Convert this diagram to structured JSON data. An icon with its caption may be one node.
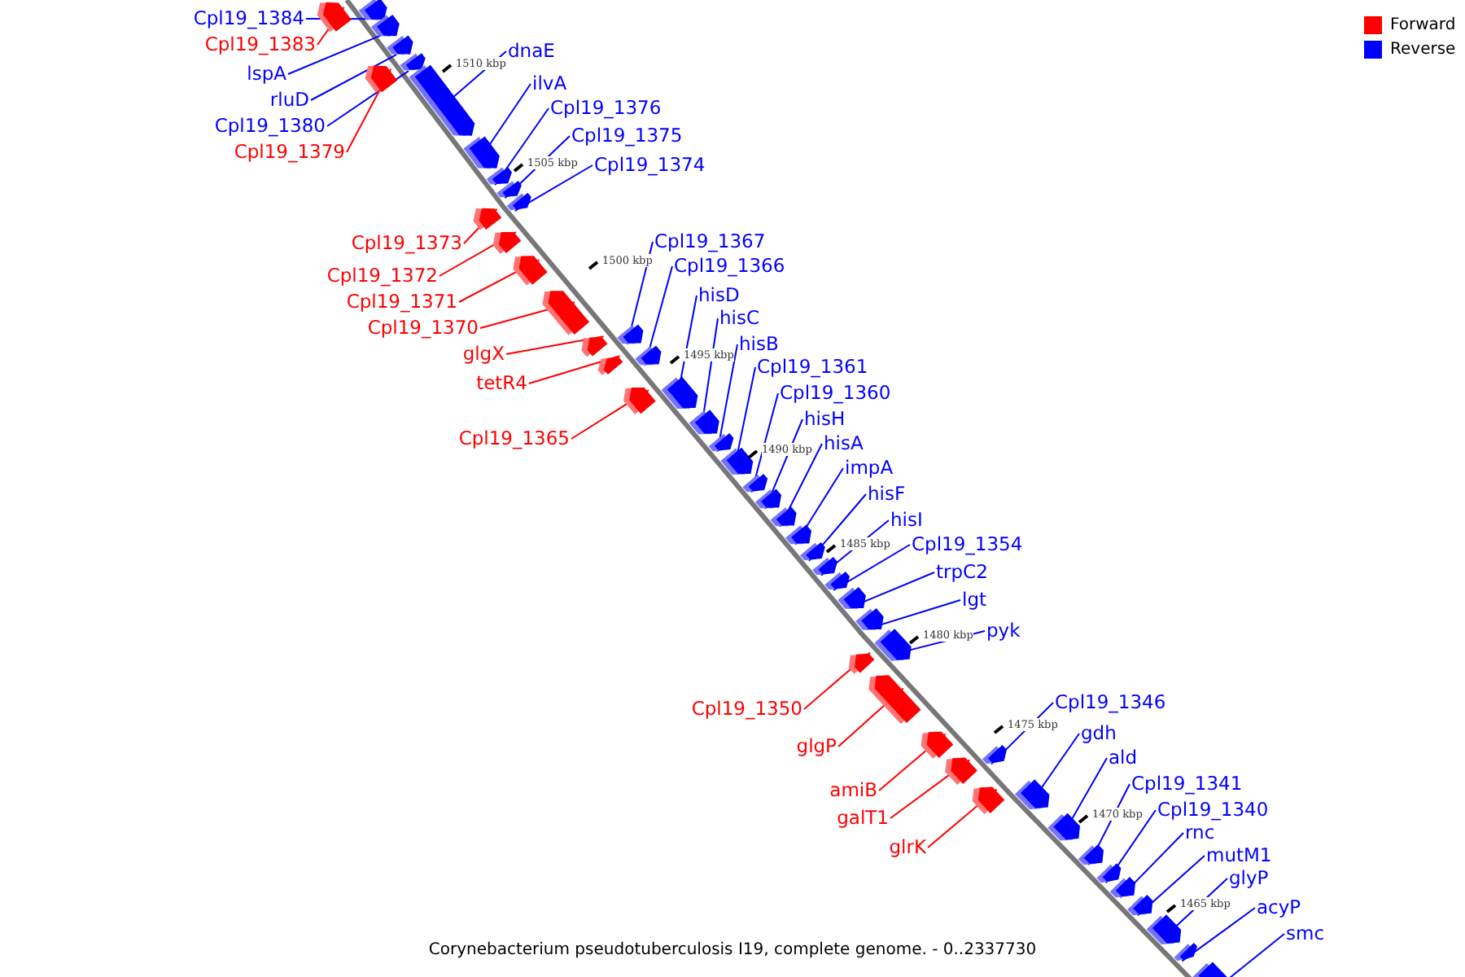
{
  "diagram": {
    "caption": "Corynebacterium pseudotuberculosis I19, complete genome. - 0..2337730",
    "nodes": [
      {
        "text": [
          "Cpl19_1384"
        ]
      },
      {
        "text": [],
        "shape": "arrow"
      },
      {
        "text": [
          "Cpl19_1383"
        ]
      },
      {
        "text": [],
        "shape": "arrow"
      },
      {
        "text": [
          "lspA"
        ]
      },
      {
        "text": [],
        "shape": "arrow"
      },
      {
        "text": [
          "rluD"
        ]
      },
      {
        "text": [],
        "shape": "arrow"
      },
      {
        "text": [
          "Cpl19_1380"
        ]
      },
      {
        "text": [],
        "shape": "arrow"
      },
      {
        "text": [
          "Cpl19_1379"
        ]
      },
      {
        "text": [],
        "shape": "arrow"
      },
      {
        "text": [
          "dnaE"
        ]
      },
      {
        "text": [],
        "shape": "arrow"
      },
      {
        "text": [
          "ilvA"
        ]
      },
      {
        "text": [],
        "shape": "arrow"
      },
      {
        "text": [
          "Cpl19_1376"
        ]
      },
      {
        "text": [],
        "shape": "arrow"
      },
      {
        "text": [
          "Cpl19_1375"
        ]
      },
      {
        "text": [],
        "shape": "arrow"
      },
      {
        "text": [
          "Cpl19_1374"
        ]
      },
      {
        "text": [],
        "shape": "arrow"
      },
      {
        "text": [
          "Cpl19_1373"
        ]
      },
      {
        "text": [],
        "shape": "arrow"
      },
      {
        "text": [
          "Cpl19_1372"
        ]
      },
      {
        "text": [],
        "shape": "arrow"
      },
      {
        "text": [
          "Cpl19_1371"
        ]
      },
      {
        "text": [],
        "shape": "arrow"
      },
      {
        "text": [
          "Cpl19_1370"
        ]
      },
      {
        "text": [],
        "shape": "arrow"
      },
      {
        "text": [
          "glgX"
        ]
      },
      {
        "text": [],
        "shape": "arrow"
      },
      {
        "text": [
          "tetR4"
        ]
      },
      {
        "text": [],
        "shape": "arrow"
      },
      {
        "text": [
          "Cpl19_1365"
        ]
      },
      {
        "text": [],
        "shape": "arrow"
      },
      {
        "text": [
          "Cpl19_1367"
        ]
      },
      {
        "text": [],
        "shape": "arrow"
      },
      {
        "text": [
          "Cpl19_1366"
        ]
      },
      {
        "text": [],
        "shape": "arrow"
      },
      {
        "text": [
          "hisD"
        ]
      },
      {
        "text": [],
        "shape": "arrow"
      },
      {
        "text": [
          "hisC"
        ]
      },
      {
        "text": [],
        "shape": "arrow"
      },
      {
        "text": [
          "hisB"
        ]
      },
      {
        "text": [],
        "shape": "arrow"
      },
      {
        "text": [
          "Cpl19_1361"
        ]
      },
      {
        "text": [],
        "shape": "arrow"
      },
      {
        "text": [
          "Cpl19_1360"
        ]
      },
      {
        "text": [],
        "shape": "arrow"
      },
      {
        "text": [
          "hisH"
        ]
      },
      {
        "text": [],
        "shape": "arrow"
      },
      {
        "text": [
          "hisA"
        ]
      },
      {
        "text": [],
        "shape": "arrow"
      },
      {
        "text": [
          "impA"
        ]
      },
      {
        "text": [],
        "shape": "arrow"
      },
      {
        "text": [
          "hisF"
        ]
      },
      {
        "text": [],
        "shape": "arrow"
      },
      {
        "text": [
          "hisI"
        ]
      },
      {
        "text": [],
        "shape": "arrow"
      },
      {
        "text": [
          "Cpl19_1354"
        ]
      },
      {
        "text": [],
        "shape": "arrow"
      },
      {
        "text": [
          "trpC2"
        ]
      },
      {
        "text": [],
        "shape": "arrow"
      },
      {
        "text": [
          "lgt"
        ]
      },
      {
        "text": [],
        "shape": "arrow"
      },
      {
        "text": [
          "pyk"
        ]
      },
      {
        "text": [],
        "shape": "arrow"
      },
      {
        "text": [
          "Cpl19_1350"
        ]
      },
      {
        "text": [],
        "shape": "arrow"
      },
      {
        "text": [
          "glgP"
        ]
      },
      {
        "text": [],
        "shape": "arrow"
      },
      {
        "text": [
          "amiB"
        ]
      },
      {
        "text": [],
        "shape": "arrow"
      },
      {
        "text": [
          "galT1"
        ]
      },
      {
        "text": [],
        "shape": "arrow"
      },
      {
        "text": [
          "glrK"
        ]
      },
      {
        "text": [],
        "shape": "arrow"
      },
      {
        "text": [
          "Cpl19_1346"
        ]
      },
      {
        "text": [],
        "shape": "arrow"
      },
      {
        "text": [
          "gdh"
        ]
      },
      {
        "text": [],
        "shape": "arrow"
      },
      {
        "text": [
          "ald"
        ]
      },
      {
        "text": [],
        "shape": "arrow"
      },
      {
        "text": [
          "Cpl19_1341"
        ]
      },
      {
        "text": [],
        "shape": "arrow"
      },
      {
        "text": [
          "Cpl19_1340"
        ]
      },
      {
        "text": [],
        "shape": "arrow"
      },
      {
        "text": [
          "rnc"
        ]
      },
      {
        "text": [],
        "shape": "arrow"
      },
      {
        "text": [
          "mutM1"
        ]
      },
      {
        "text": [],
        "shape": "arrow"
      },
      {
        "text": [
          "glyP"
        ]
      },
      {
        "text": [],
        "shape": "arrow"
      },
      {
        "text": [
          "acyP"
        ]
      },
      {
        "text": [],
        "shape": "arrow"
      },
      {
        "text": [
          "smc"
        ]
      },
      {
        "text": [],
        "shape": "arrow"
      }
    ],
    "edges": [
      {
        "from": 0,
        "to": 1,
        "arrow": "none"
      },
      {
        "from": 2,
        "to": 3,
        "arrow": "none",
        "color": "#ff0000"
      },
      {
        "from": 4,
        "to": 5,
        "arrow": "none"
      },
      {
        "from": 6,
        "to": 7,
        "arrow": "none"
      },
      {
        "from": 8,
        "to": 9,
        "arrow": "none"
      },
      {
        "from": 10,
        "to": 11,
        "arrow": "none",
        "color": "#ff0000"
      },
      {
        "from": 12,
        "to": 13,
        "arrow": "none"
      },
      {
        "from": 14,
        "to": 15,
        "arrow": "none"
      },
      {
        "from": 16,
        "to": 17,
        "arrow": "none"
      },
      {
        "from": 18,
        "to": 19,
        "arrow": "none"
      },
      {
        "from": 20,
        "to": 21,
        "arrow": "none"
      },
      {
        "from": 22,
        "to": 23,
        "arrow": "none",
        "color": "#ff0000"
      },
      {
        "from": 24,
        "to": 25,
        "arrow": "none",
        "color": "#ff0000"
      },
      {
        "from": 26,
        "to": 27,
        "arrow": "none",
        "color": "#ff0000"
      },
      {
        "from": 28,
        "to": 29,
        "arrow": "none",
        "color": "#ff0000"
      },
      {
        "from": 30,
        "to": 31,
        "arrow": "none",
        "color": "#ff0000"
      },
      {
        "from": 32,
        "to": 33,
        "arrow": "none",
        "color": "#ff0000"
      },
      {
        "from": 34,
        "to": 35,
        "arrow": "none",
        "color": "#ff0000"
      },
      {
        "from": 36,
        "to": 37,
        "arrow": "none"
      },
      {
        "from": 38,
        "to": 39,
        "arrow": "none"
      },
      {
        "from": 40,
        "to": 41,
        "arrow": "none"
      },
      {
        "from": 42,
        "to": 43,
        "arrow": "none"
      },
      {
        "from": 44,
        "to": 45,
        "arrow": "none"
      },
      {
        "from": 46,
        "to": 47,
        "arrow": "none"
      },
      {
        "from": 48,
        "to": 49,
        "arrow": "none"
      },
      {
        "from": 50,
        "to": 51,
        "arrow": "none"
      },
      {
        "from": 52,
        "to": 53,
        "arrow": "none"
      },
      {
        "from": 54,
        "to": 55,
        "arrow": "none"
      },
      {
        "from": 56,
        "to": 57,
        "arrow": "none"
      },
      {
        "from": 58,
        "to": 59,
        "arrow": "none"
      },
      {
        "from": 60,
        "to": 61,
        "arrow": "none"
      },
      {
        "from": 62,
        "to": 63,
        "arrow": "none"
      },
      {
        "from": 64,
        "to": 65,
        "arrow": "none"
      },
      {
        "from": 66,
        "to": 67,
        "arrow": "none"
      },
      {
        "from": 68,
        "to": 69,
        "arrow": "none",
        "color": "#ff0000"
      },
      {
        "from": 70,
        "to": 71,
        "arrow": "none",
        "color": "#ff0000"
      },
      {
        "from": 72,
        "to": 73,
        "arrow": "none",
        "color": "#ff0000"
      },
      {
        "from": 74,
        "to": 75,
        "arrow": "none",
        "color": "#ff0000"
      },
      {
        "from": 76,
        "to": 77,
        "arrow": "none",
        "color": "#ff0000"
      },
      {
        "from": 78,
        "to": 79,
        "arrow": "none"
      },
      {
        "from": 80,
        "to": 81,
        "arrow": "none"
      },
      {
        "from": 82,
        "to": 83,
        "arrow": "none"
      },
      {
        "from": 84,
        "to": 85,
        "arrow": "none"
      },
      {
        "from": 86,
        "to": 87,
        "arrow": "none"
      },
      {
        "from": 88,
        "to": 89,
        "arrow": "none"
      },
      {
        "from": 90,
        "to": 91,
        "arrow": "none"
      },
      {
        "from": 92,
        "to": 93,
        "arrow": "none"
      },
      {
        "from": 94,
        "to": 95,
        "arrow": "none"
      },
      {
        "from": 96,
        "to": 97,
        "arrow": "none"
      }
    ],
    "labels": [
      "1510 kbp",
      "1505 kbp",
      "1500 kbp",
      "1495 kbp",
      "1490 kbp",
      "1485 kbp",
      "1480 kbp",
      "1475 kbp",
      "1470 kbp",
      "1465 kbp"
    ],
    "legend": [
      {
        "text": "Forward",
        "color": "#ff0000"
      },
      {
        "text": "Reverse",
        "color": "#0000ff"
      }
    ]
  }
}
